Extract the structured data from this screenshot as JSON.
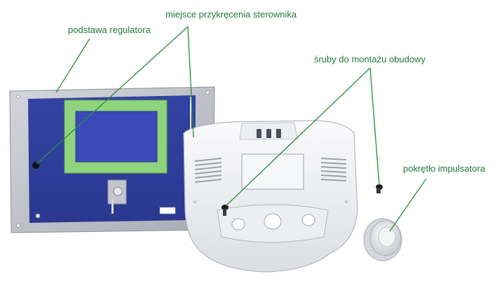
{
  "labels": {
    "base": "podstawa regulatora",
    "mount_points": "miejsce przykręcenia sterownika",
    "screws": "śruby do montażu obudowy",
    "knob": "pokrętło impulsatora"
  },
  "colors": {
    "label_text": "#1f7a3a",
    "leader_line": "#2a8a45",
    "panel_frame": "#b9bcc4",
    "panel_board": "#3646a6",
    "lcd_frame": "#8fd47c",
    "lcd_screen": "#3848b6",
    "housing": "#f1f2f5",
    "housing_shadow": "#c9ccd4"
  }
}
